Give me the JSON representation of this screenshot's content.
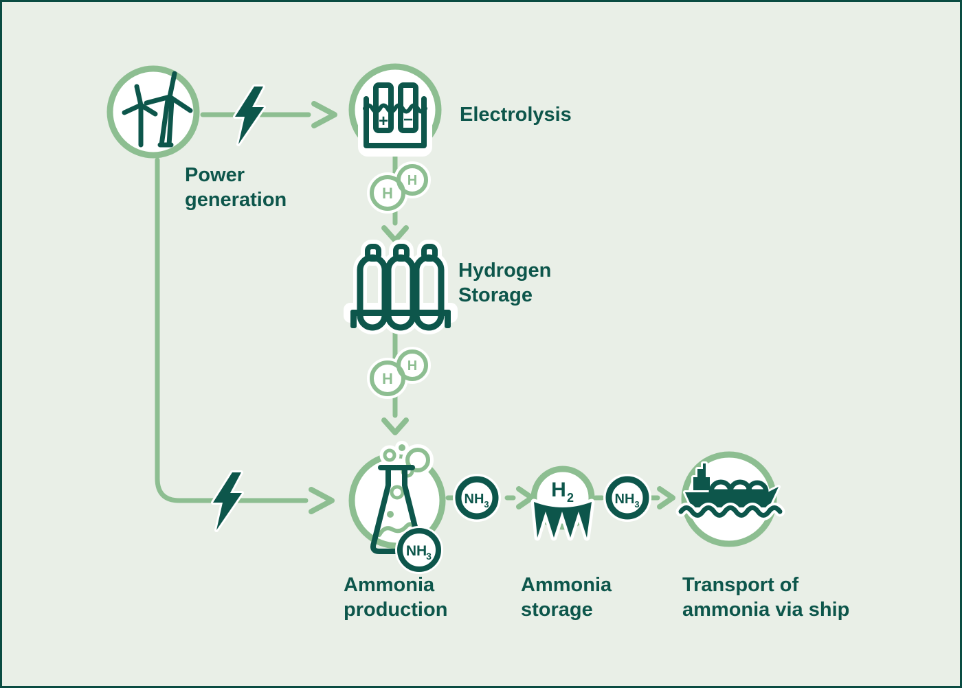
{
  "colors": {
    "background": "#e9efe7",
    "border": "#0a4c42",
    "accent_green": "#8dbe91",
    "dark_teal": "#0d564b",
    "white": "#ffffff"
  },
  "nodes": {
    "power_generation": {
      "label_line1": "Power",
      "label_line2": "generation"
    },
    "electrolysis": {
      "label": "Electrolysis",
      "anode": "+",
      "cathode": "−"
    },
    "hydrogen_storage": {
      "label_line1": "Hydrogen",
      "label_line2": "Storage"
    },
    "ammonia_production": {
      "label_line1": "Ammonia",
      "label_line2": "production"
    },
    "ammonia_storage": {
      "label_line1": "Ammonia",
      "label_line2": "storage",
      "formula_main": "H",
      "formula_sub": "2"
    },
    "transport": {
      "label_line1": "Transport of",
      "label_line2": "ammonia via ship"
    }
  },
  "molecules": {
    "h_top_left": "H",
    "h_top_right": "H",
    "h_bottom_left": "H",
    "h_bottom_right": "H",
    "nh3_flow1_main": "NH",
    "nh3_flow1_sub": "3",
    "nh3_badge_main": "NH",
    "nh3_badge_sub": "3",
    "nh3_flow2_main": "NH",
    "nh3_flow2_sub": "3"
  }
}
